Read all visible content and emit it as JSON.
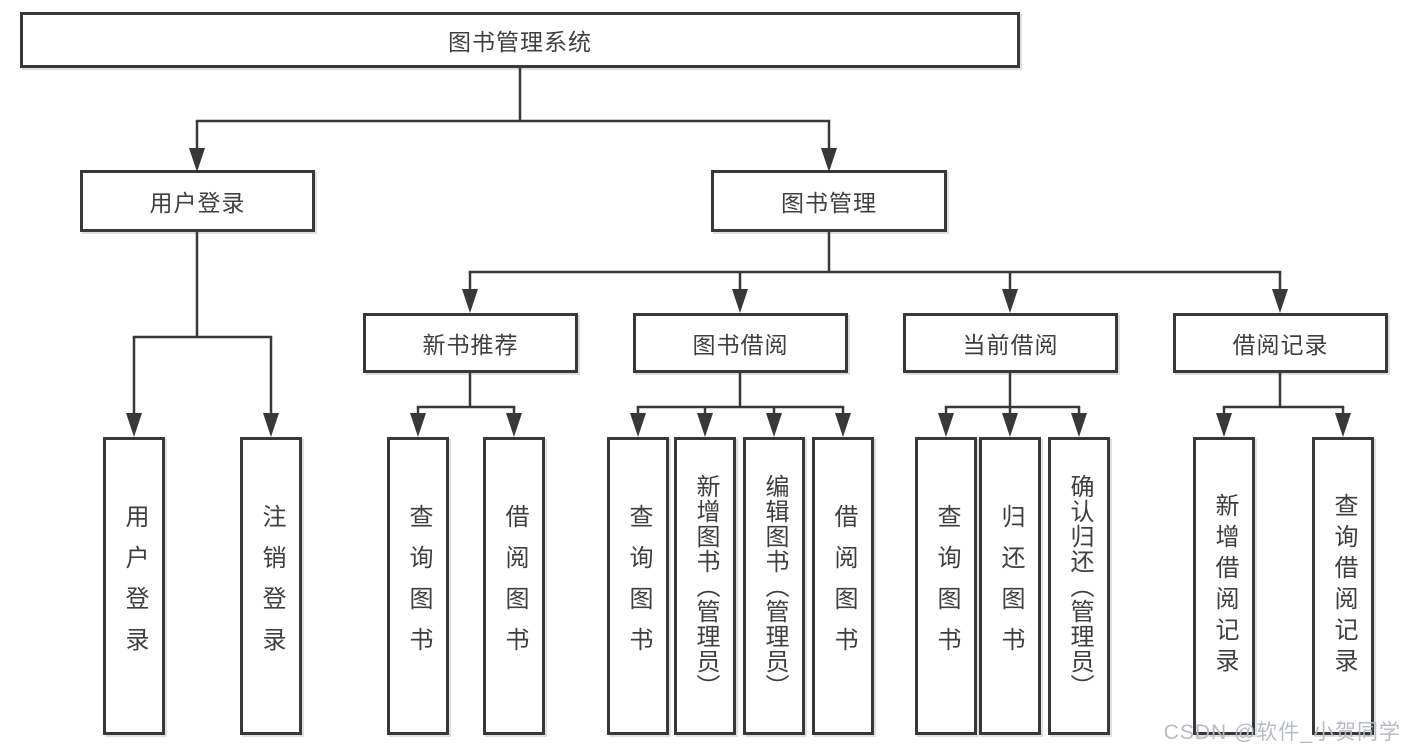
{
  "colors": {
    "line": "#383838",
    "border": "#383838",
    "text": "#3f3f3f",
    "background": "#ffffff",
    "watermark_text": "#b7bbc3"
  },
  "watermark": {
    "text": "CSDN @软件_小贺同学"
  },
  "tree": {
    "root": {
      "label": "图书管理系统"
    },
    "branches": [
      {
        "label": "用户登录",
        "children": [
          {
            "label": "用户登录"
          },
          {
            "label": "注销登录"
          }
        ]
      },
      {
        "label": "图书管理",
        "groups": [
          {
            "label": "新书推荐",
            "children": [
              {
                "label": "查询图书"
              },
              {
                "label": "借阅图书"
              }
            ]
          },
          {
            "label": "图书借阅",
            "children": [
              {
                "label": "查询图书"
              },
              {
                "label": "新增图书（管理员）"
              },
              {
                "label": "编辑图书（管理员）"
              },
              {
                "label": "借阅图书"
              }
            ]
          },
          {
            "label": "当前借阅",
            "children": [
              {
                "label": "查询图书"
              },
              {
                "label": "归还图书"
              },
              {
                "label": "确认归还（管理员）"
              }
            ]
          },
          {
            "label": "借阅记录",
            "children": [
              {
                "label": "新增借阅记录"
              },
              {
                "label": "查询借阅记录"
              }
            ]
          }
        ]
      }
    ]
  }
}
